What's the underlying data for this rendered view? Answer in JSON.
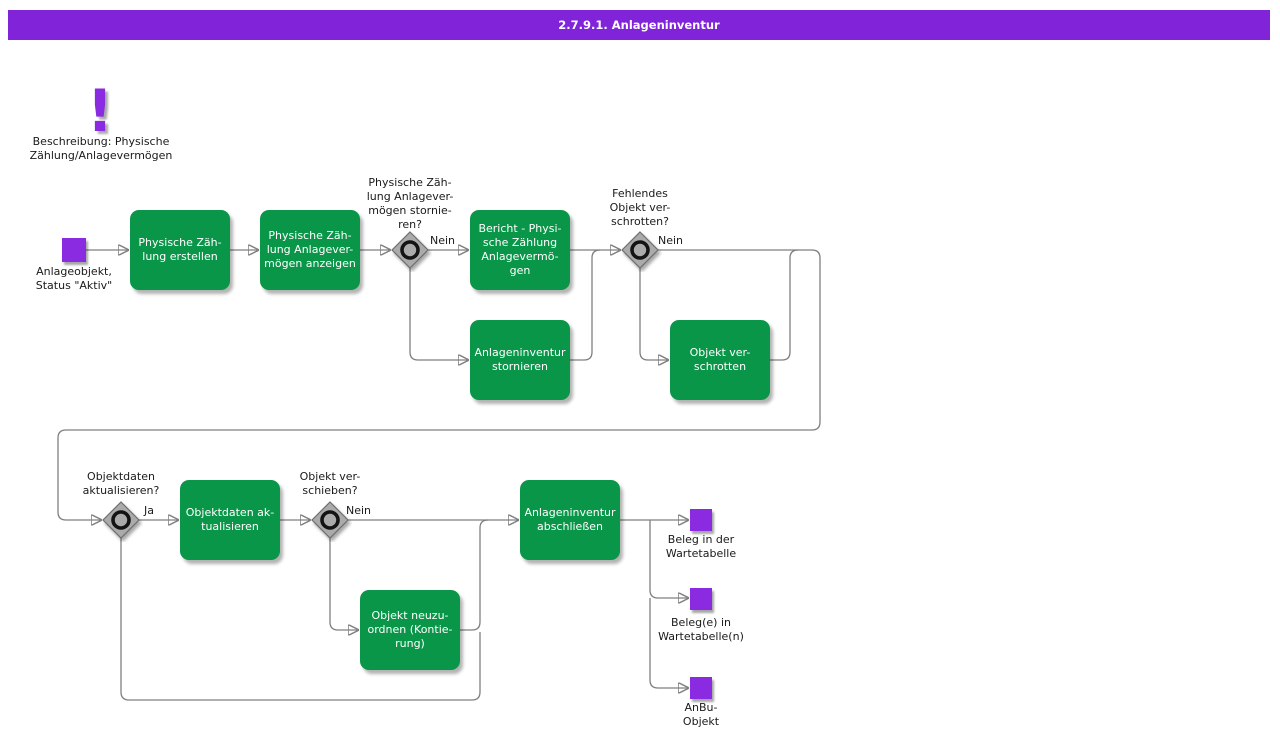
{
  "title": "2.7.9.1. Anlageninventur",
  "colors": {
    "header": "#8023D9",
    "task": "#0A9648",
    "event": "#8A2BE2",
    "line": "#7F7F7F",
    "gateway": "#ABABAB",
    "gateway_border": "#6E6E6E",
    "text": "#1A1A1A"
  },
  "note": {
    "icon_glyph": "!",
    "text": "Beschreibung: Physische\nZählung/Anlagevermögen"
  },
  "start_event": {
    "label": "Anlageobjekt,\nStatus \"Aktiv\""
  },
  "tasks": {
    "t1": "Physische Zäh-\nlung erstellen",
    "t2": "Physische Zäh-\nlung Anlagever-\nmögen anzeigen",
    "t3": "Bericht - Physi-\nsche Zählung\nAnlagevermö-\ngen",
    "t4": "Anlageninventur\nstornieren",
    "t5": "Objekt ver-\nschrotten",
    "t6": "Objektdaten ak-\ntualisieren",
    "t7": "Anlageninventur\nabschließen",
    "t8": "Objekt neuzu-\nordnen (Kontie-\nrung)"
  },
  "gateways": {
    "g1": {
      "question": "Physische Zäh-\nlung Anlagever-\nmögen stornie-\nren?",
      "branch": "Nein"
    },
    "g2": {
      "question": "Fehlendes\nObjekt ver-\nschrotten?",
      "branch": "Nein"
    },
    "g3": {
      "question": "Objektdaten\naktualisieren?",
      "branch": "Ja"
    },
    "g4": {
      "question": "Objekt ver-\nschieben?",
      "branch": "Nein"
    }
  },
  "end_events": {
    "e1": "Beleg in der\nWartetabelle",
    "e2": "Beleg(e) in\nWartetabelle(n)",
    "e3": "AnBu-\nObjekt"
  }
}
